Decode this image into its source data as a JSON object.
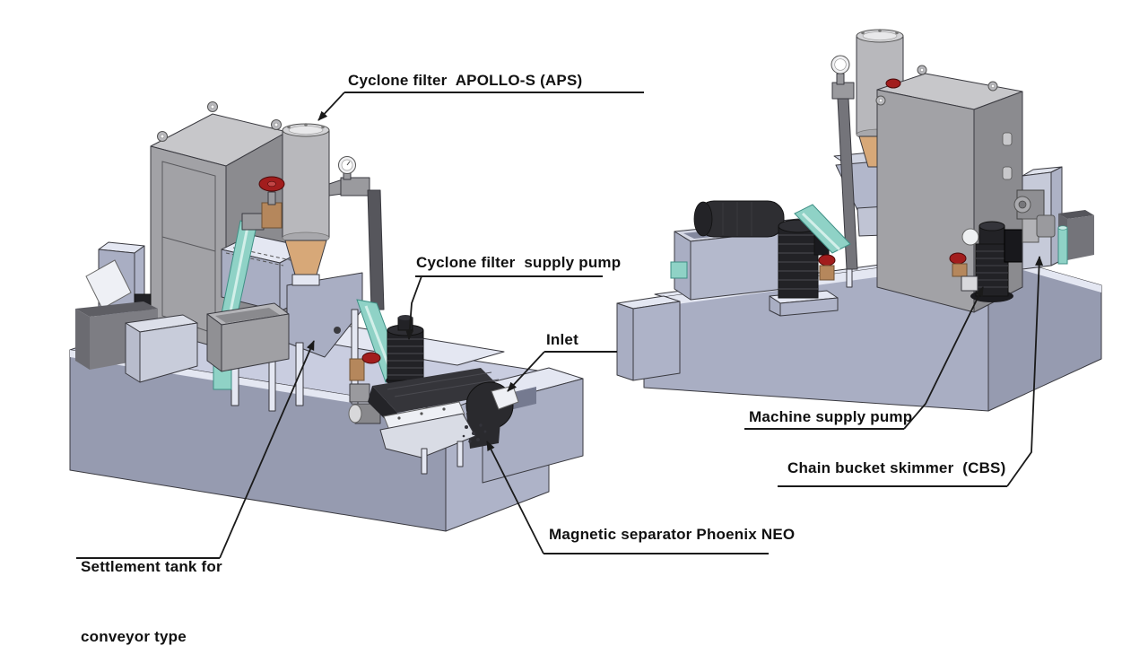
{
  "figure": {
    "type": "technical-illustration-diagram",
    "background": "#ffffff",
    "views": [
      {
        "id": "left-view",
        "description": "Coolant filtration unit, front-left isometric view"
      },
      {
        "id": "right-view",
        "description": "Coolant filtration unit, rear-right isometric view"
      }
    ]
  },
  "labels": {
    "cyclone_filter": "Cyclone filter  APOLLO-S (APS)",
    "cyclone_supply_pump": "Cyclone filter  supply pump",
    "inlet": "Inlet",
    "settlement_line1": "Settlement tank for",
    "settlement_line2": "conveyor type",
    "magnetic_separator": "Magnetic separator Phoenix NEO",
    "machine_supply_pump": "Machine supply pump",
    "chain_bucket_skimmer": "Chain bucket skimmer  (CBS)"
  },
  "palette": {
    "line": "#3a3a40",
    "label_ink": "#111111",
    "tank_front": "#969bb0",
    "tank_front2": "#a9aec3",
    "tank_side": "#aeb3c8",
    "tank_top": "#c9cde0",
    "tank_light": "#e4e7f2",
    "cab_front": "#a2a2a6",
    "cab_side": "#8b8b8f",
    "cab_top": "#c7c7ca",
    "steel": "#9a9a9e",
    "steel_dark": "#56565c",
    "cylinder": "#b8b8bc",
    "cone_tan": "#d7a878",
    "pipe_teal": "#8fd2c6",
    "teal_edge": "#3f8f85",
    "part_black": "#222226",
    "valve_red": "#a21d1d",
    "fitting_bronze": "#b5875c",
    "white_part": "#eef0f5"
  }
}
